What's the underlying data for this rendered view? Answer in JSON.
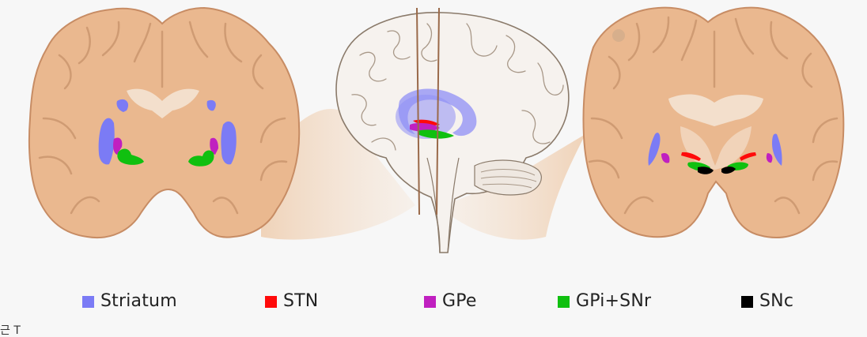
{
  "legend": [
    {
      "label": "Striatum",
      "color": "#7b7bf5"
    },
    {
      "label": "STN",
      "color": "#ff0a0a"
    },
    {
      "label": "GPe",
      "color": "#c020c0"
    },
    {
      "label": "GPi+SNr",
      "color": "#10c010"
    },
    {
      "label": "SNc",
      "color": "#000000"
    }
  ],
  "colors": {
    "tissue": "#eab88f",
    "tissue_edge": "#c78c64",
    "sulcus": "#d29c74",
    "connector": "#f0d6bd",
    "brain_outline": "#8a7a6a",
    "section_line": "#9a6a4a"
  },
  "caption": "근 T"
}
